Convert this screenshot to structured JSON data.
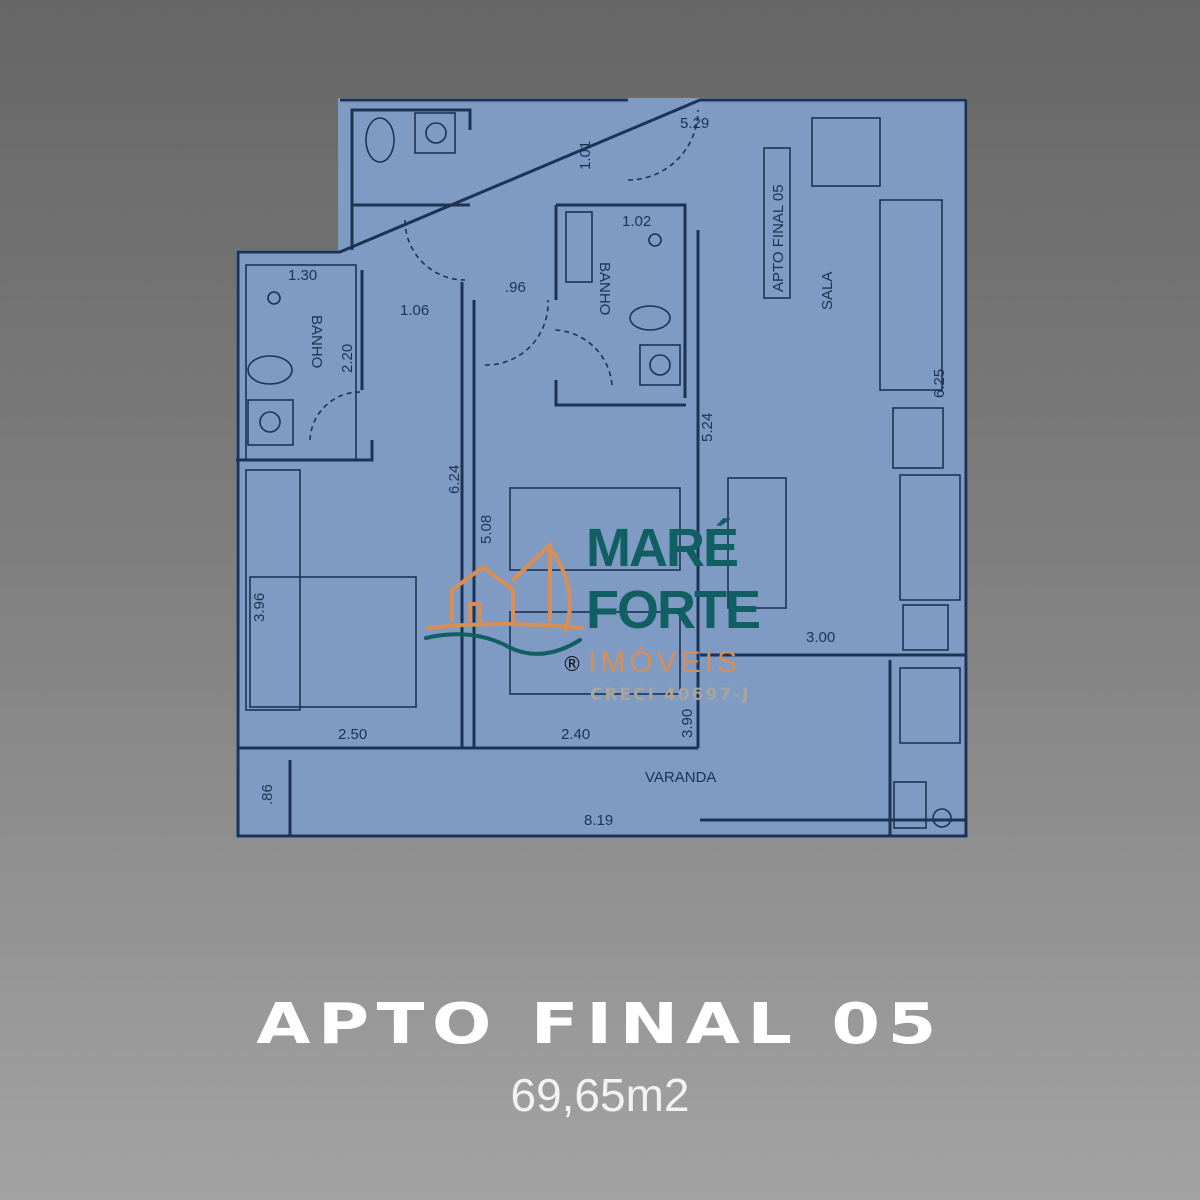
{
  "plan": {
    "labels": {
      "d529": "5.29",
      "d101": "1.01",
      "apto": "APTO FINAL 05",
      "sala": "SALA",
      "d102": "1.02",
      "banho_right": "BANHO",
      "d130": "1.30",
      "banho_left": "BANHO",
      "d220": "2.20",
      "d106": "1.06",
      "d96": ".96",
      "d624": "6.24",
      "d508": "5.08",
      "d524": "5.24",
      "d625": "6.25",
      "d396": "3.96",
      "d390": "3.90",
      "d300": "3.00",
      "d250": "2.50",
      "d240": "2.40",
      "varanda": "VARANDA",
      "d86": ".86",
      "d819": "8.19"
    }
  },
  "logo": {
    "line1": "MARÉ",
    "line2": "FORTE",
    "line3": "IMÓVEIS",
    "registered": "®",
    "creci": "CRECI 40697-J",
    "colors": {
      "teal": "#0f5f63",
      "orange": "#d88e55"
    }
  },
  "title": "APTO FINAL 05",
  "area": "69,65m2"
}
